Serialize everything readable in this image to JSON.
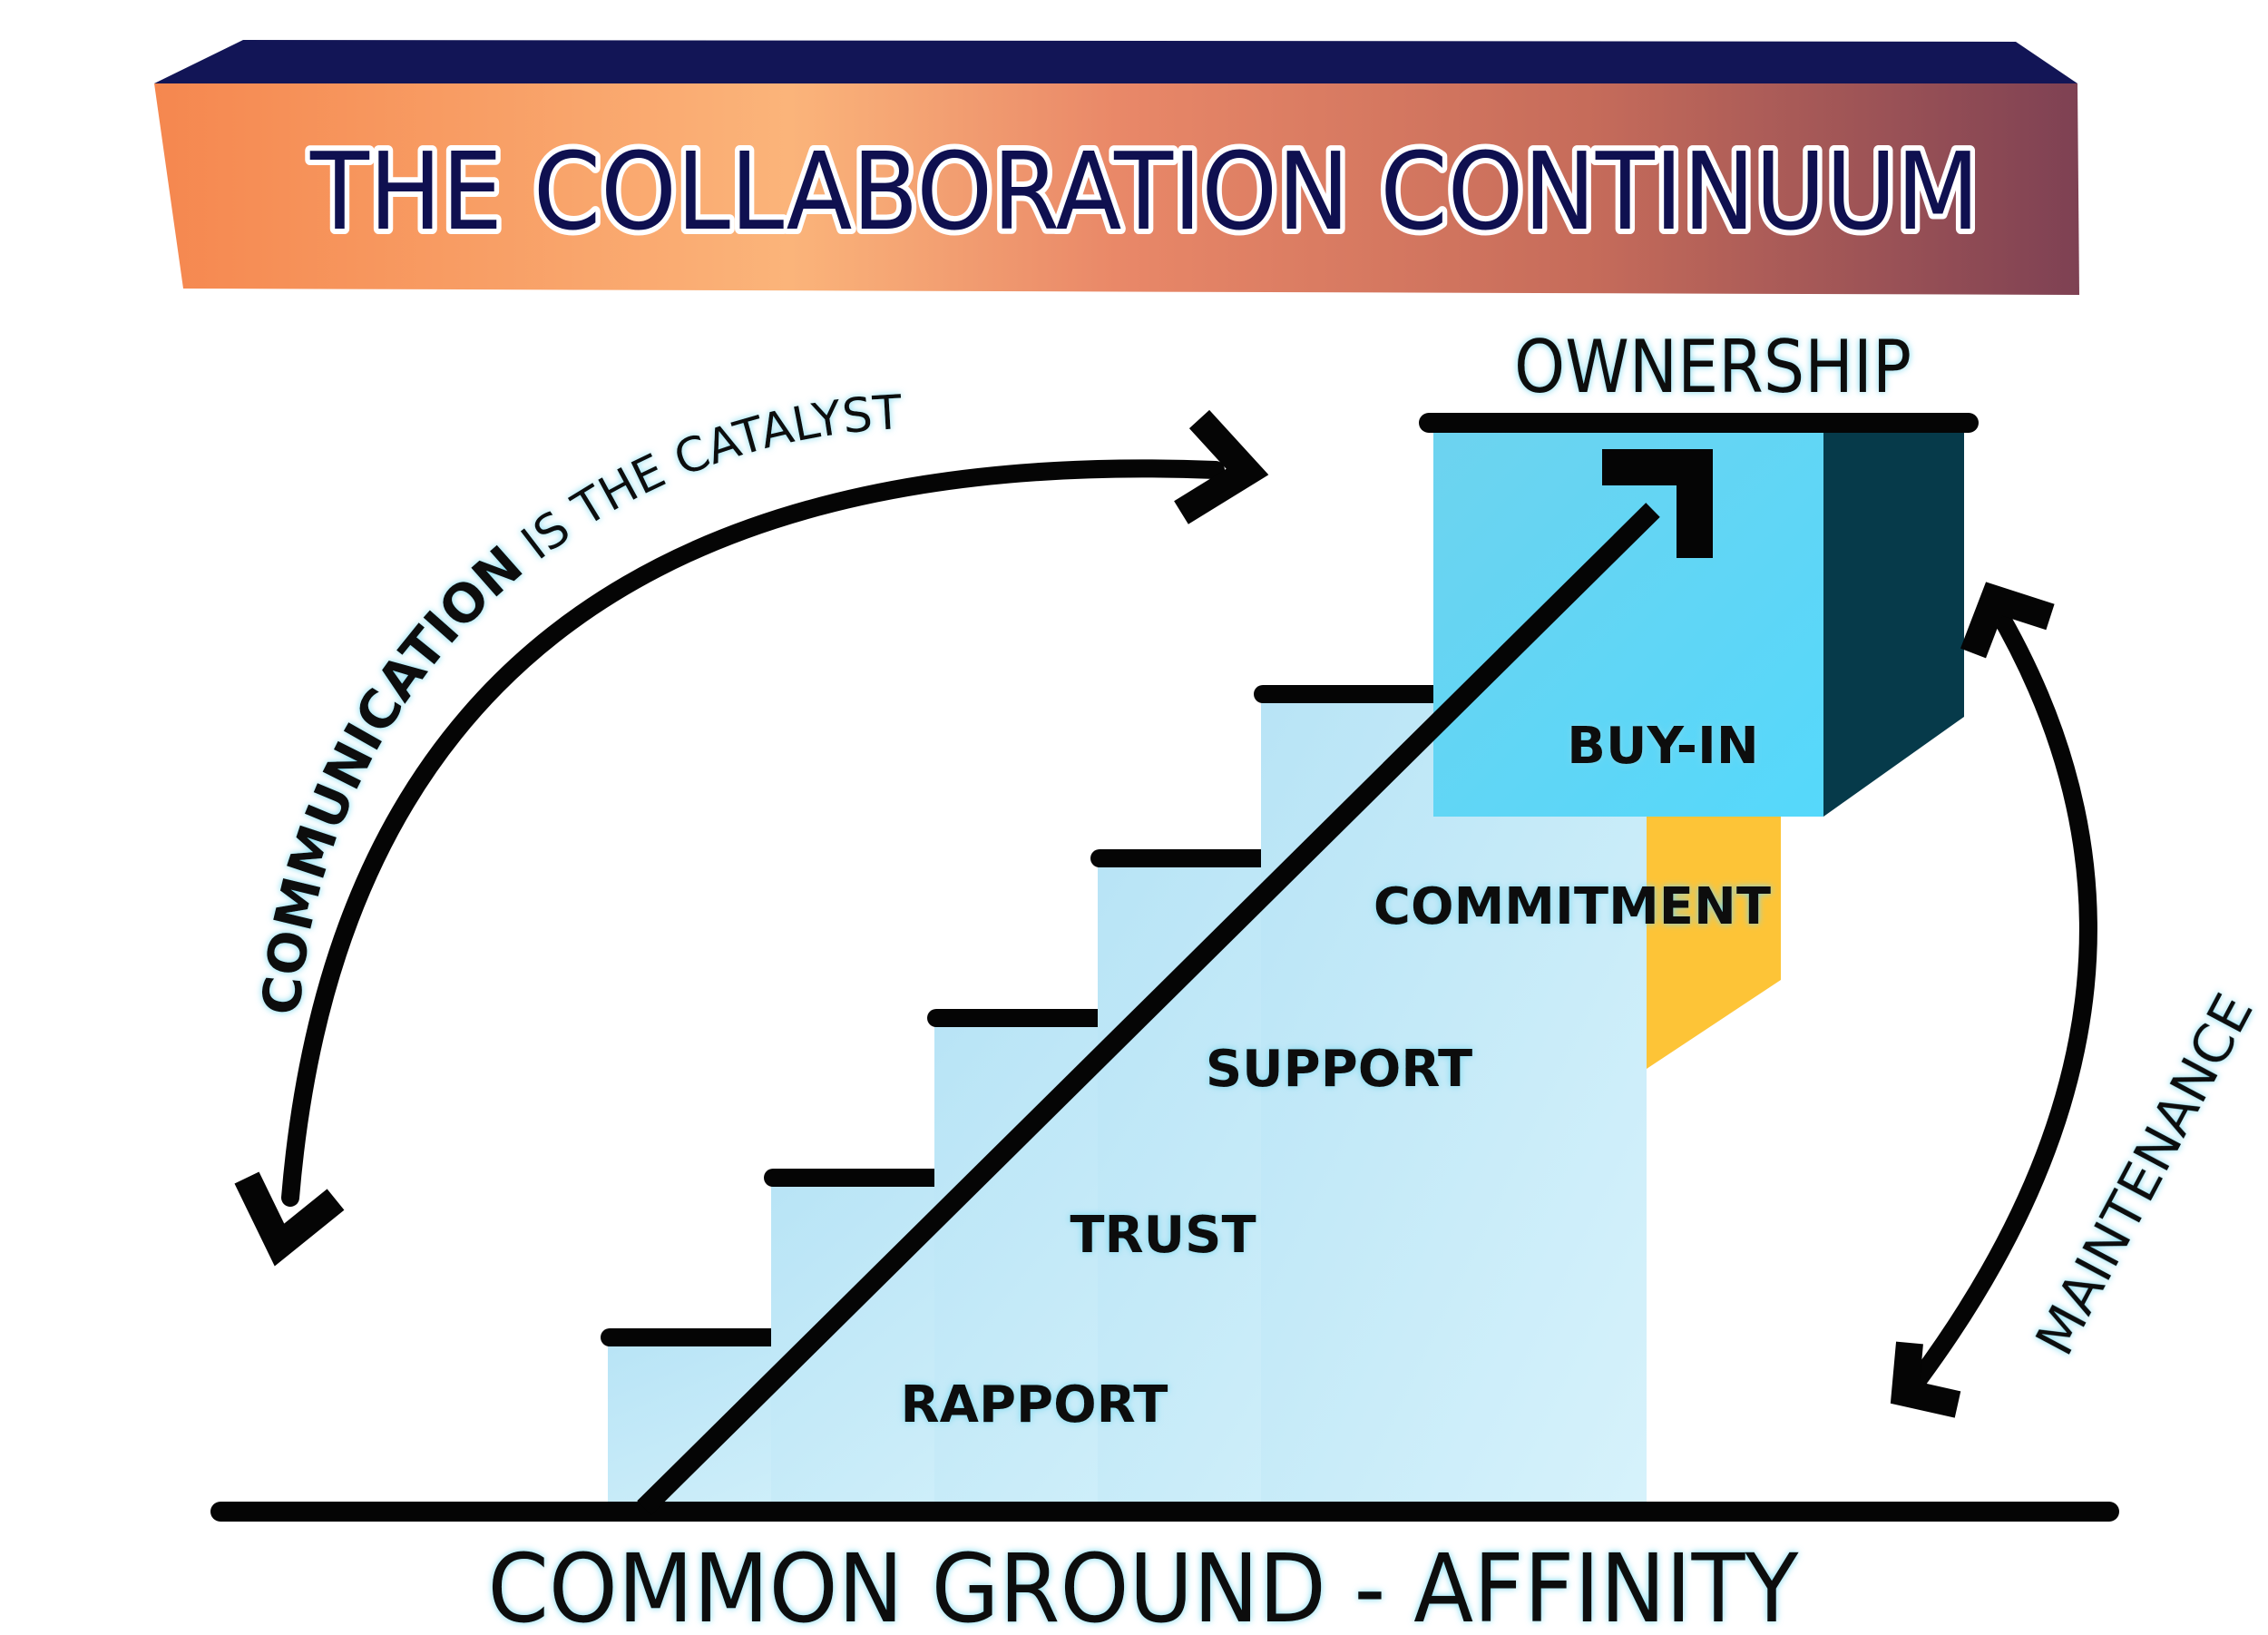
{
  "title": "THE COLLABORATION CONTINUUM",
  "top_label": "OWNERSHIP",
  "base_label": "COMMON GROUND - AFFINITY",
  "steps": [
    {
      "label": "RAPPORT"
    },
    {
      "label": "TRUST"
    },
    {
      "label": "SUPPORT"
    },
    {
      "label": "COMMITMENT"
    },
    {
      "label": "BUY-IN"
    }
  ],
  "left_arc": {
    "emphasis": "COMMUNICATION",
    "rest": " IS THE CATALYST"
  },
  "right_arc": {
    "label": "MAINTENANCE"
  },
  "colors": {
    "banner_gradient": [
      "#f5874f",
      "#fbb47a",
      "#e98868",
      "#c56b5a",
      "#7e4153"
    ],
    "banner_top": "#121556",
    "title_fill": "#0f1050",
    "step_front": "#c9ecf8",
    "step_side": "#fdc437",
    "box_front": "#5fd7fb",
    "box_side": "#063a4a",
    "line": "#050505",
    "glow": "#79d8ee"
  }
}
